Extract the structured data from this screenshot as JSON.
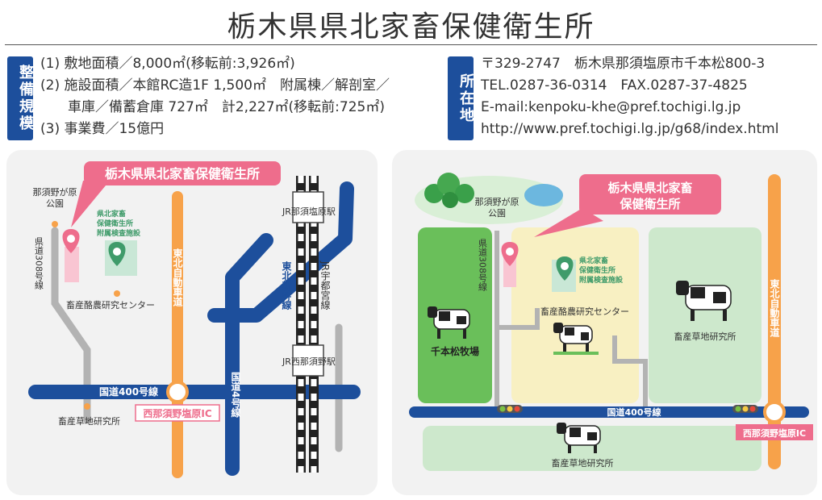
{
  "page_title": "栃木県県北家畜保健衛生所",
  "scale": {
    "tag": "整備規模",
    "lines": [
      "(1) 敷地面積／8,000㎡(移転前:3,926㎡)",
      "(2) 施設面積／本館RC造1F 1,500㎡　附属棟／解剖室／",
      "　　車庫／備蓄倉庫 727㎡　計2,227㎡(移転前:725㎡)",
      "(3) 事業費／15億円"
    ]
  },
  "address": {
    "tag": "所在地",
    "postal": "〒329-2747　栃木県那須塩原市千本松800-3",
    "tel": "TEL.0287-36-0314　FAX.0287-37-4825",
    "email": "E-mail:kenpoku-khe@pref.tochigi.lg.jp",
    "url": "http://www.pref.tochigi.lg.jp/g68/index.html"
  },
  "map1": {
    "callout": "栃木県県北家畜保健衛生所",
    "park": [
      "那須野が原",
      "公園"
    ],
    "route308": "県道308号線",
    "annex": [
      "県北家畜",
      "保健衛生所",
      "附属検査施設"
    ],
    "dairy": "畜産酪農研究センター",
    "expressway": "東北自動車道",
    "jr_nasushiobara": "JR那須塩原駅",
    "shinkansen": "東北新幹線",
    "utsunomiya_line": "JR宇都宮線",
    "route4": "国道4号線",
    "jr_nishinasuno": "JR西那須野駅",
    "route400": "国道400号線",
    "ic": "西那須野塩原IC",
    "grassland": "畜産草地研究所"
  },
  "map2": {
    "callout": [
      "栃木県県北家畜",
      "保健衛生所"
    ],
    "park": [
      "那須野が原",
      "公園"
    ],
    "route308": "県道308号線",
    "annex": [
      "県北家畜",
      "保健衛生所",
      "附属検査施設"
    ],
    "dairy": "畜産酪農研究センター",
    "farm": "千本松牧場",
    "grassland_right": "畜産草地研究所",
    "expressway": "東北自動車道",
    "route400": "国道400号線",
    "ic": "西那須野塩原IC",
    "grassland_bottom": "畜産草地研究所"
  },
  "colors": {
    "navy": "#1d4f9c",
    "pink": "#ee6d8c",
    "orange": "#f7a24a",
    "green": "#3f9b6a",
    "farm_green": "#6abf5a",
    "gray_road": "#b3b3b3"
  }
}
